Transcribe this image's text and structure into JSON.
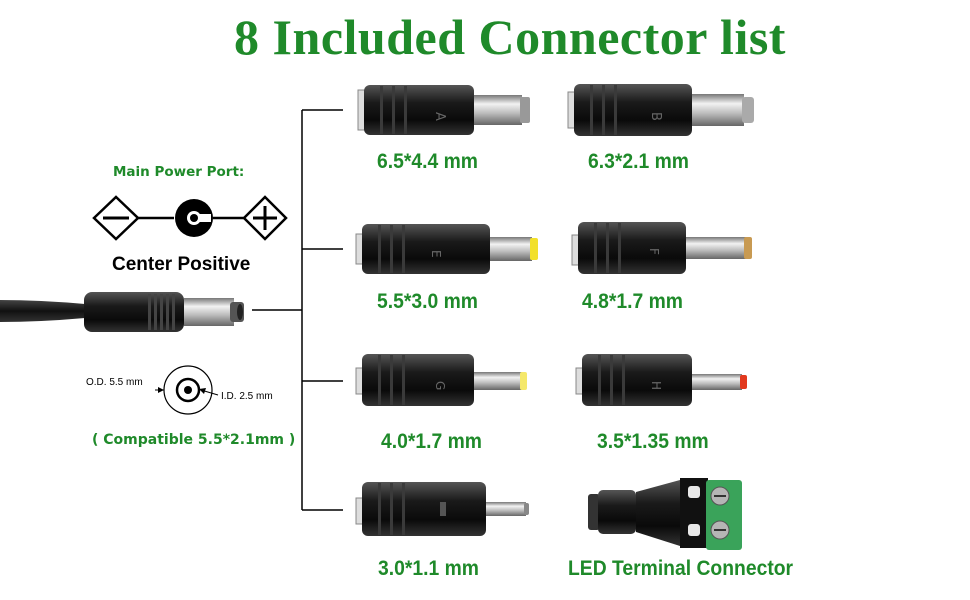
{
  "title": "8 Included Connector list",
  "main_power_port": "Main Power Port:",
  "center_positive": "Center Positive",
  "od_label": "O.D.  5.5 mm",
  "id_label": "I.D.  2.5 mm",
  "compatible": "( Compatible 5.5*2.1mm )",
  "connectors": [
    {
      "letter": "A",
      "label": "6.5*4.4 mm"
    },
    {
      "letter": "B",
      "label": "6.3*2.1 mm"
    },
    {
      "letter": "E",
      "label": "5.5*3.0 mm"
    },
    {
      "letter": "F",
      "label": "4.8*1.7 mm"
    },
    {
      "letter": "G",
      "label": "4.0*1.7 mm"
    },
    {
      "letter": "H",
      "label": "3.5*1.35 mm"
    },
    {
      "letter": "I",
      "label": "3.0*1.1 mm"
    },
    {
      "letter": "",
      "label": "LED Terminal Connector"
    }
  ]
}
